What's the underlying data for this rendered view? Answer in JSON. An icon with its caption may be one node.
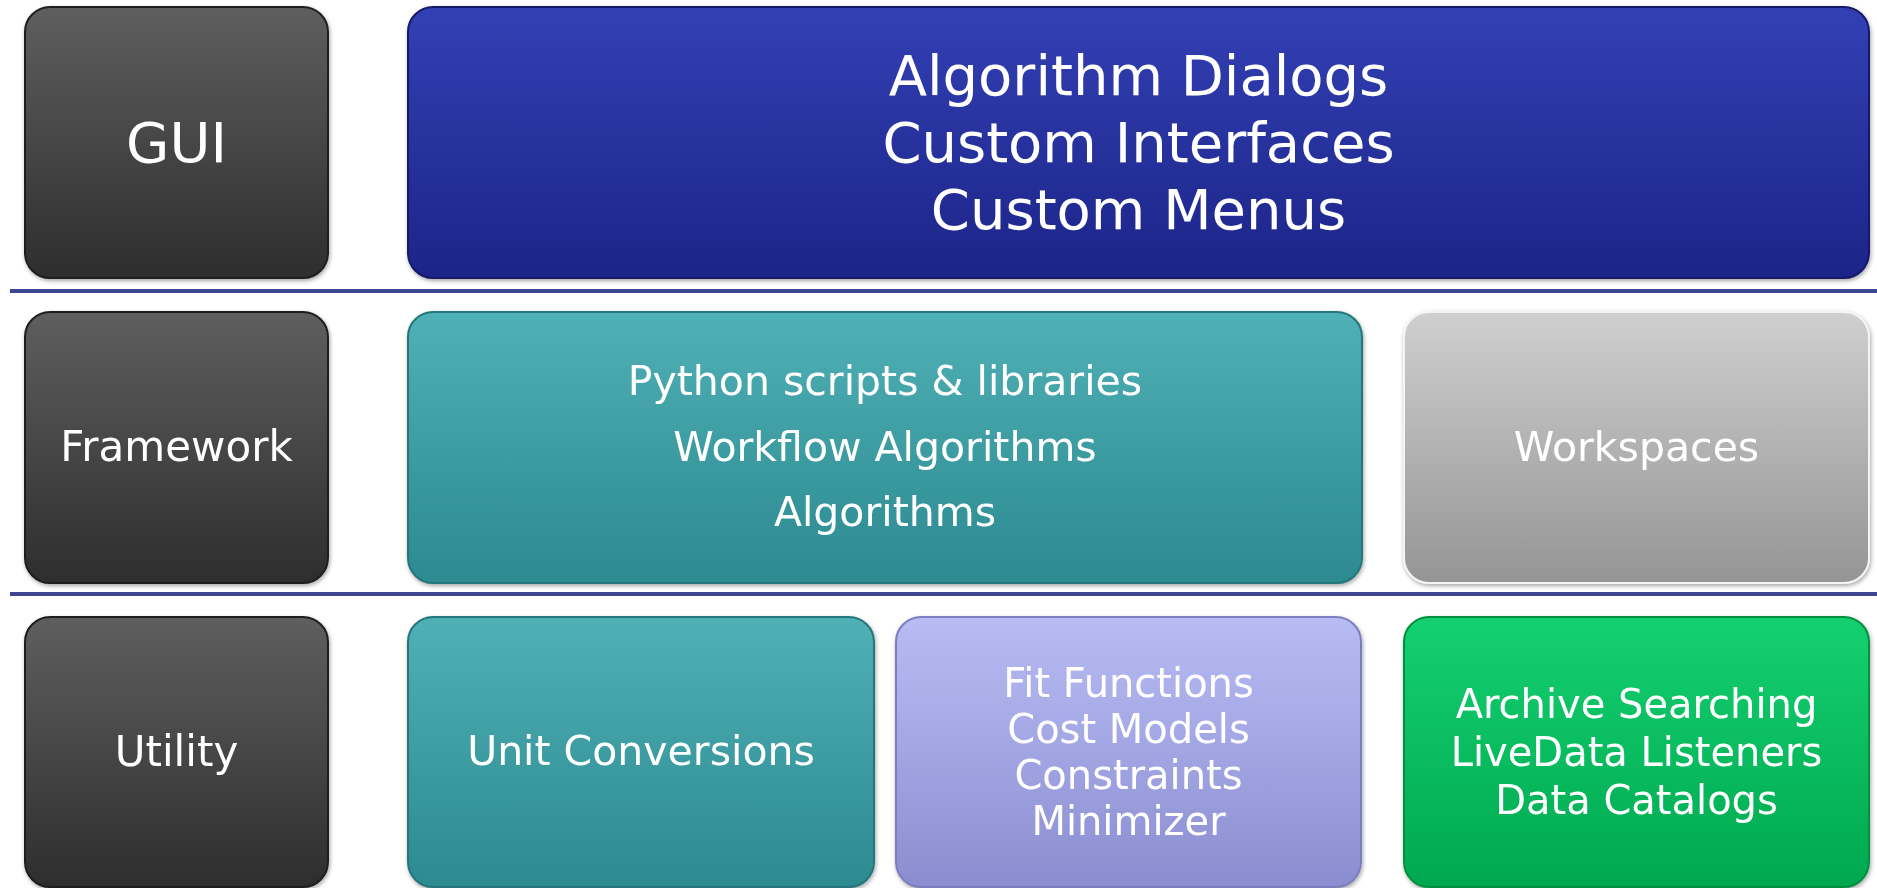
{
  "diagram": {
    "nodes": [
      {
        "text": [
          "GUI"
        ]
      },
      {
        "text": [
          "Algorithm Dialogs",
          "Custom Interfaces",
          "Custom Menus"
        ]
      },
      {
        "text": [
          "Framework"
        ]
      },
      {
        "text": [
          "Python scripts & libraries",
          "Workflow Algorithms",
          "Algorithms"
        ]
      },
      {
        "text": [
          "Workspaces"
        ]
      },
      {
        "text": [
          "Utility"
        ]
      },
      {
        "text": [
          "Unit Conversions"
        ]
      },
      {
        "text": [
          "Fit Functions",
          "Cost Models",
          "Constraints",
          "Minimizer"
        ]
      },
      {
        "text": [
          "Archive Searching",
          "LiveData Listeners",
          "Data Catalogs"
        ]
      }
    ]
  }
}
